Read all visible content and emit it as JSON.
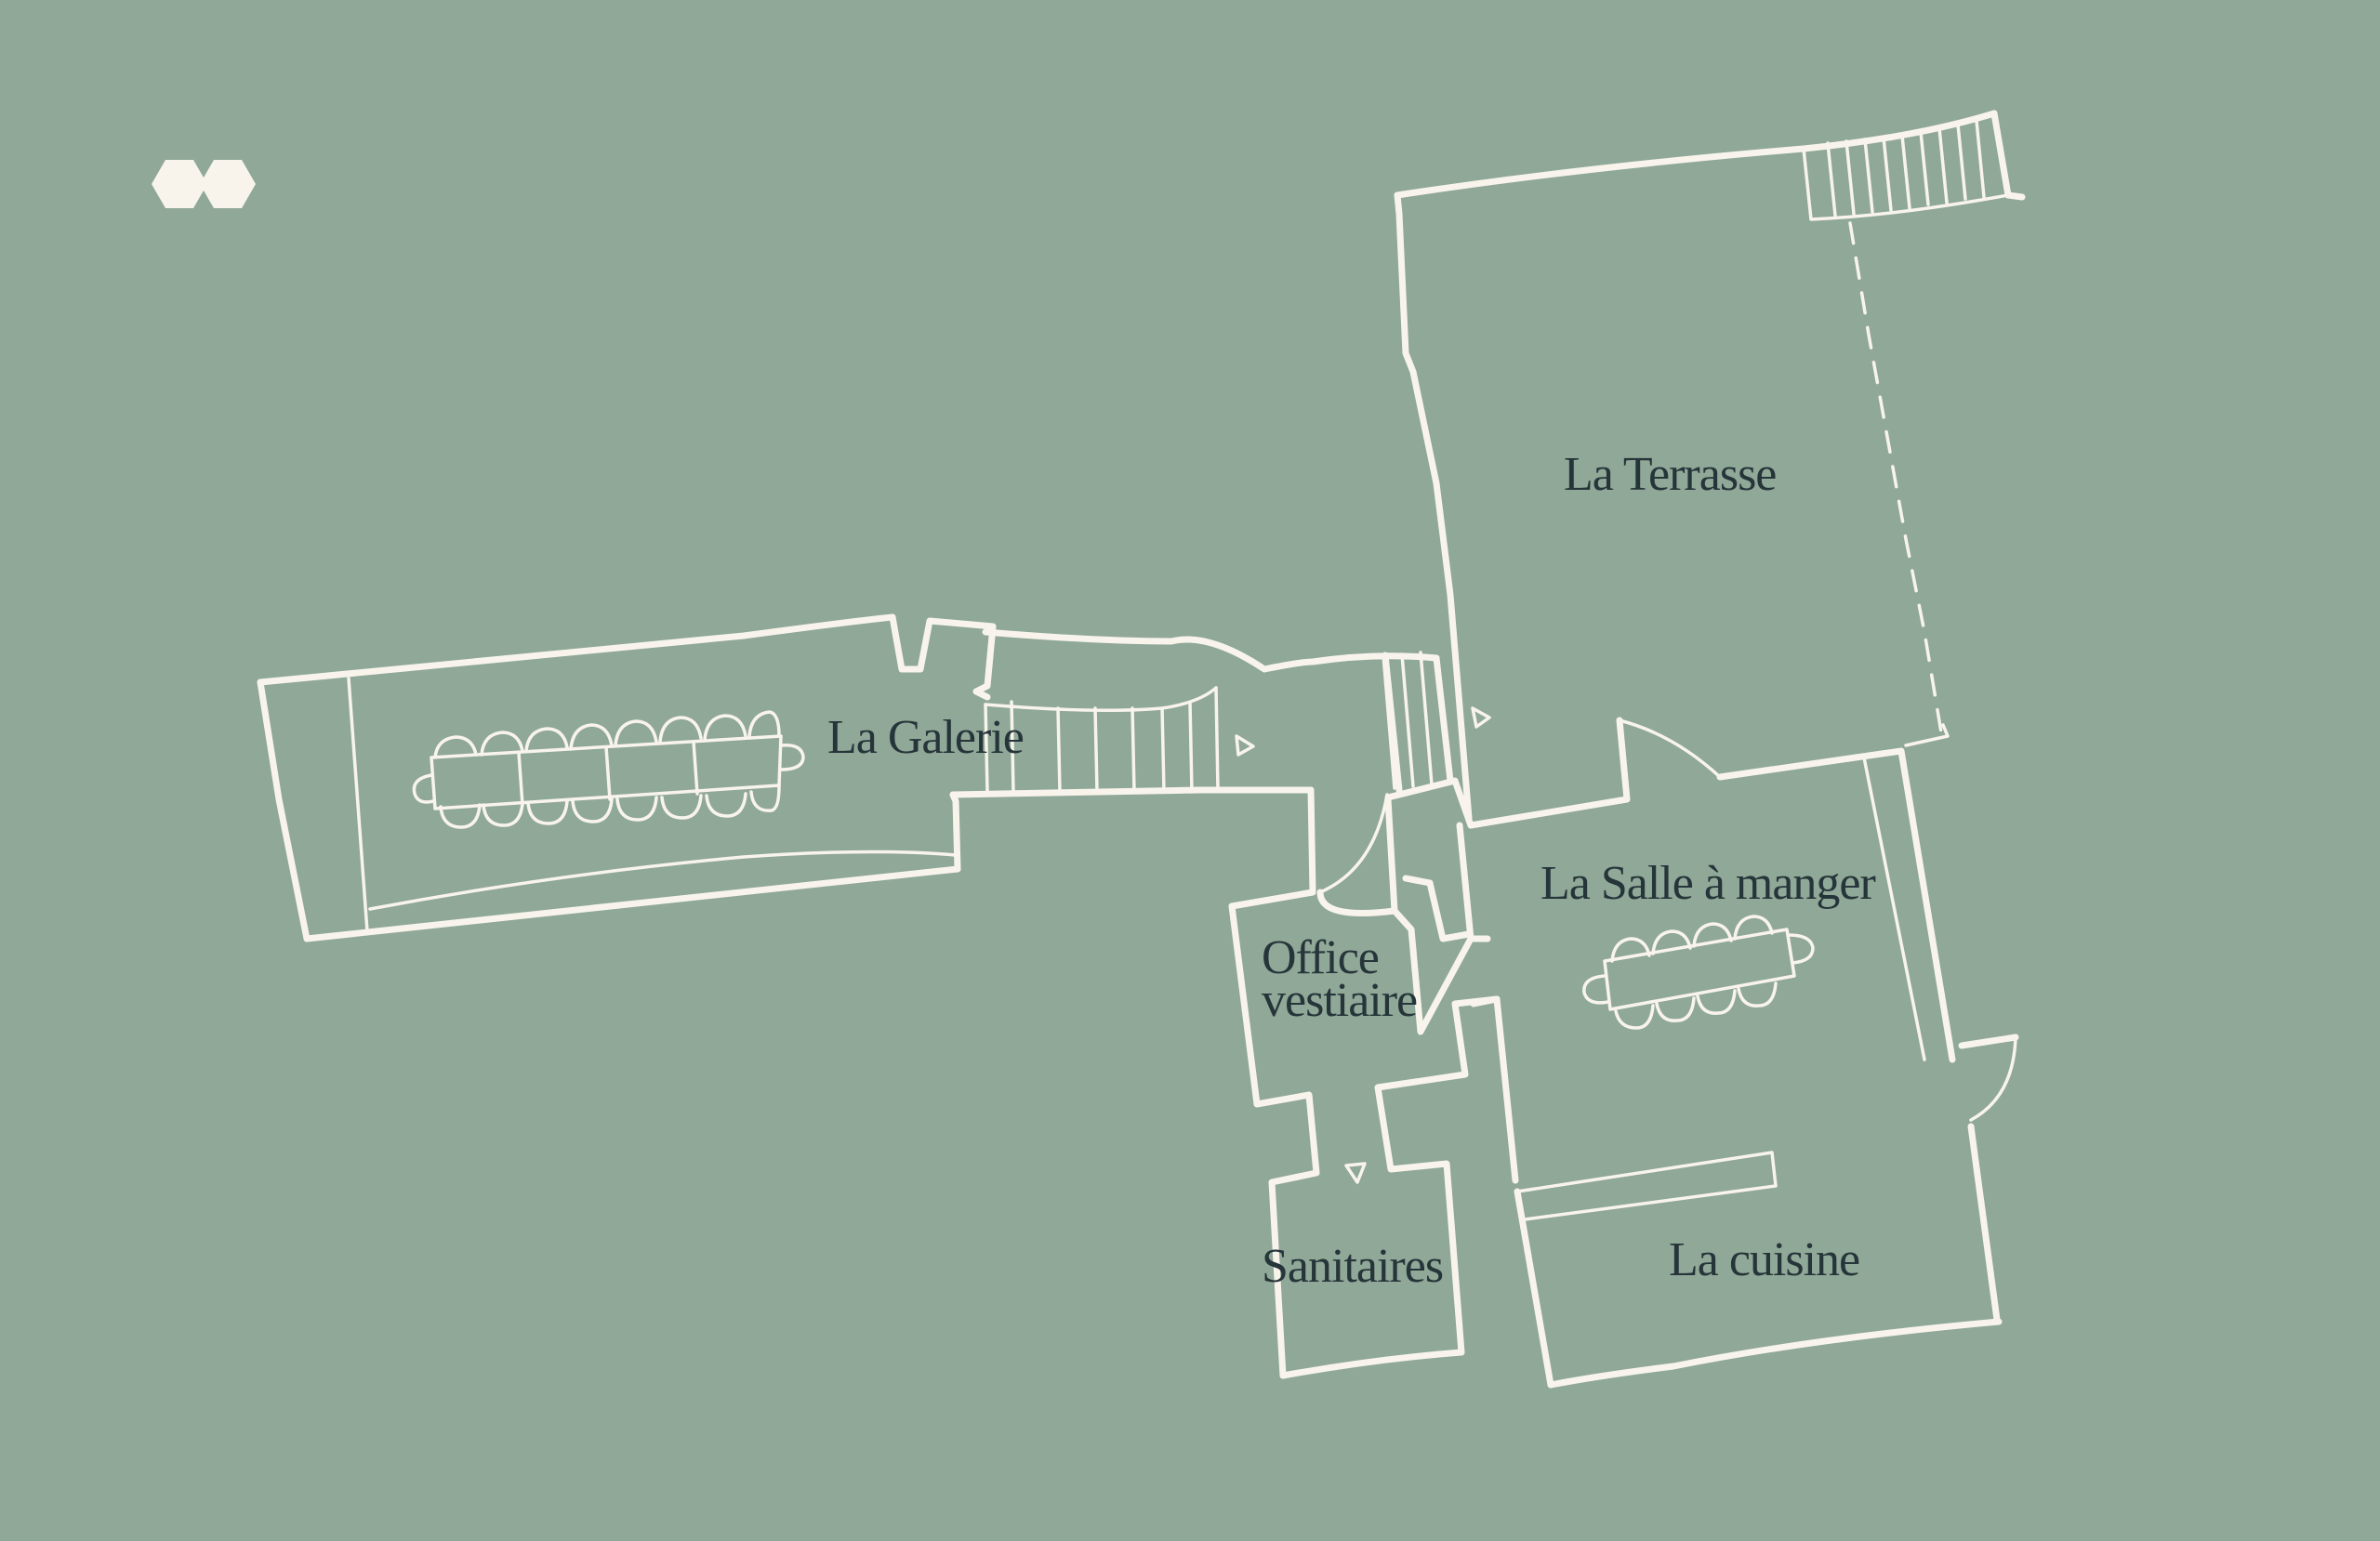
{
  "colors": {
    "background": "#90a897",
    "lines": "#f8f4ec",
    "text": "#26353a"
  },
  "icons": {
    "logo": "double-hexagon-logo-icon",
    "entrance": "entrance-triangle-icon"
  },
  "rooms": {
    "terrasse": "La Terrasse",
    "galerie": "La Galerie",
    "salle": "La Salle à manger",
    "office_line1": "Office",
    "office_line2": "vestiaire",
    "sanitaires": "Sanitaires",
    "cuisine": "La cuisine"
  }
}
